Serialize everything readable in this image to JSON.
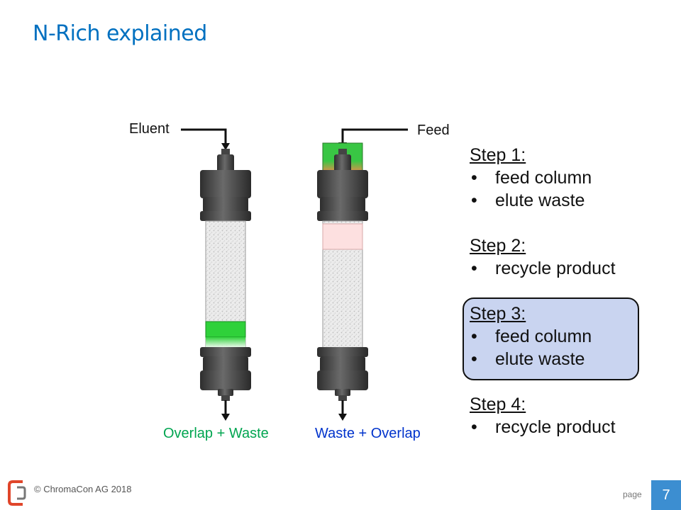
{
  "title": "N-Rich explained",
  "labels": {
    "eluent": "Eluent",
    "feed": "Feed",
    "left_output": "Overlap + Waste",
    "right_output": "Waste + Overlap"
  },
  "steps": [
    {
      "heading": "Step 1:",
      "items": [
        "feed column",
        "elute waste"
      ]
    },
    {
      "heading": "Step 2:",
      "items": [
        "recycle product"
      ]
    },
    {
      "heading": "Step 3:",
      "items": [
        "feed column",
        "elute waste"
      ]
    },
    {
      "heading": "Step 4:",
      "items": [
        "recycle product"
      ]
    }
  ],
  "highlighted_step": "Step 3",
  "footer": {
    "copyright": "© ChromaCon AG 2018",
    "page_label": "page",
    "page_number": "7"
  },
  "colors": {
    "title": "#0070c0",
    "left_output": "#00a550",
    "right_output": "#0033cc",
    "highlight": "#c9d4f0",
    "page_badge": "#3c8ed1",
    "logo": "#e0452a"
  }
}
